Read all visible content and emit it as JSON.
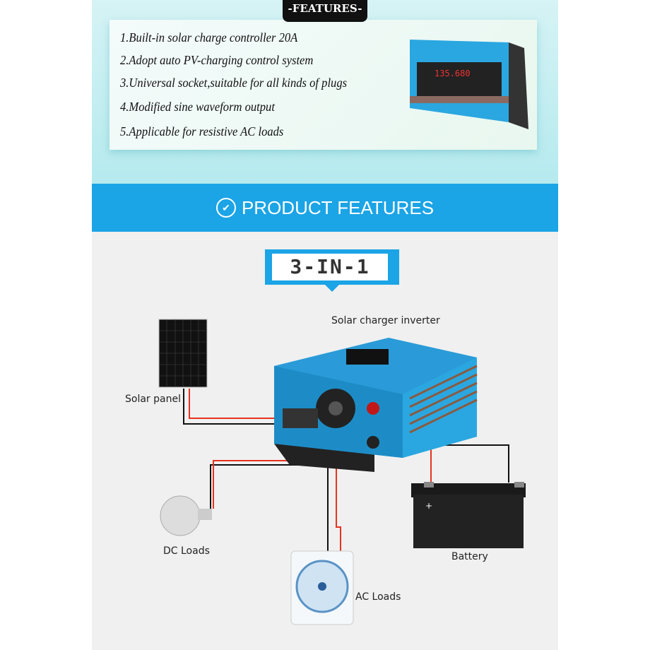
{
  "features_tab": "-FEATURES-",
  "features": [
    "1.Built-in solar charge controller 20A",
    "2.Adopt auto PV-charging control system",
    "3.Universal socket,suitable for all kinds of plugs",
    "4.Modified sine waveform output",
    "5.Applicable for resistive AC loads"
  ],
  "banner": {
    "icon": "check-circle-icon",
    "title": "PRODUCT FEATURES"
  },
  "badge": "3-IN-1",
  "diagram": {
    "inverter_label": "Solar charger inverter",
    "solar_label": "Solar panel",
    "dc_label": "DC Loads",
    "ac_label": "AC Loads",
    "battery_label": "Battery",
    "display_reading": "135.680"
  },
  "colors": {
    "accent": "#1ba4e6",
    "wire_red": "#e8321e",
    "wire_black": "#111111"
  }
}
